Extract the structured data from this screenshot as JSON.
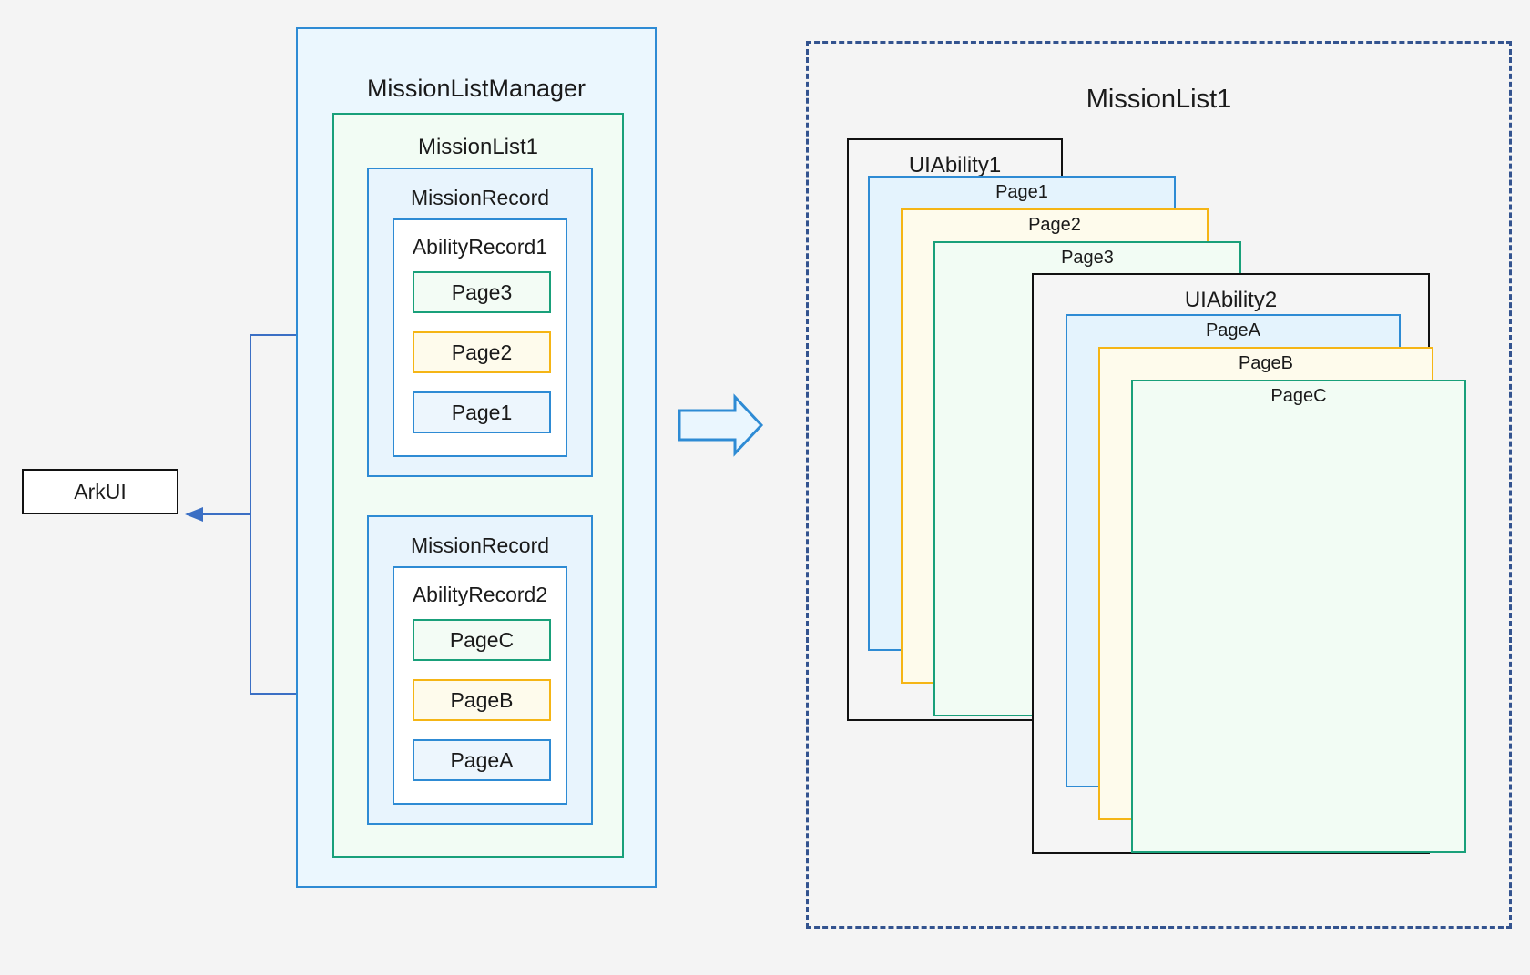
{
  "diagram": {
    "title_left": "MissionListManager",
    "title_right": "MissionList1",
    "arkui_label": "ArkUI",
    "transition_arrow": "right-arrow-icon"
  },
  "colors": {
    "blue_border": "#2E8BD4",
    "blue_fill": "#EDF6FD",
    "yellow_border": "#F5B515",
    "yellow_fill": "#FEFBEC",
    "green_border": "#19A07A",
    "green_fill": "#F2FCF4",
    "black_border": "#111111",
    "dashed_border": "#33538F",
    "manager_fill": "#EBF7FE",
    "background": "#F4F4F4"
  },
  "left_panel": {
    "label": "MissionListManager",
    "mission_list": {
      "label": "MissionList1",
      "mission_records": [
        {
          "label": "MissionRecord",
          "ability_record": {
            "label": "AbilityRecord1",
            "pages": [
              {
                "label": "Page3",
                "color": "green"
              },
              {
                "label": "Page2",
                "color": "yellow"
              },
              {
                "label": "Page1",
                "color": "blue"
              }
            ]
          }
        },
        {
          "label": "MissionRecord",
          "ability_record": {
            "label": "AbilityRecord2",
            "pages": [
              {
                "label": "PageC",
                "color": "green"
              },
              {
                "label": "PageB",
                "color": "yellow"
              },
              {
                "label": "PageA",
                "color": "blue"
              }
            ]
          }
        }
      ]
    }
  },
  "right_panel": {
    "label": "MissionList1",
    "abilities": [
      {
        "label": "UIAbility1",
        "pages": [
          {
            "label": "Page1",
            "color": "blue"
          },
          {
            "label": "Page2",
            "color": "yellow"
          },
          {
            "label": "Page3",
            "color": "green"
          }
        ]
      },
      {
        "label": "UIAbility2",
        "pages": [
          {
            "label": "PageA",
            "color": "blue"
          },
          {
            "label": "PageB",
            "color": "yellow"
          },
          {
            "label": "PageC",
            "color": "green"
          }
        ]
      }
    ]
  },
  "connectors": {
    "arkui_to_record1": "arrow-into-mission-record-1",
    "arkui_to_record2": "arrow-into-mission-record-2",
    "record_to_arkui": "arrow-back-to-arkui"
  }
}
